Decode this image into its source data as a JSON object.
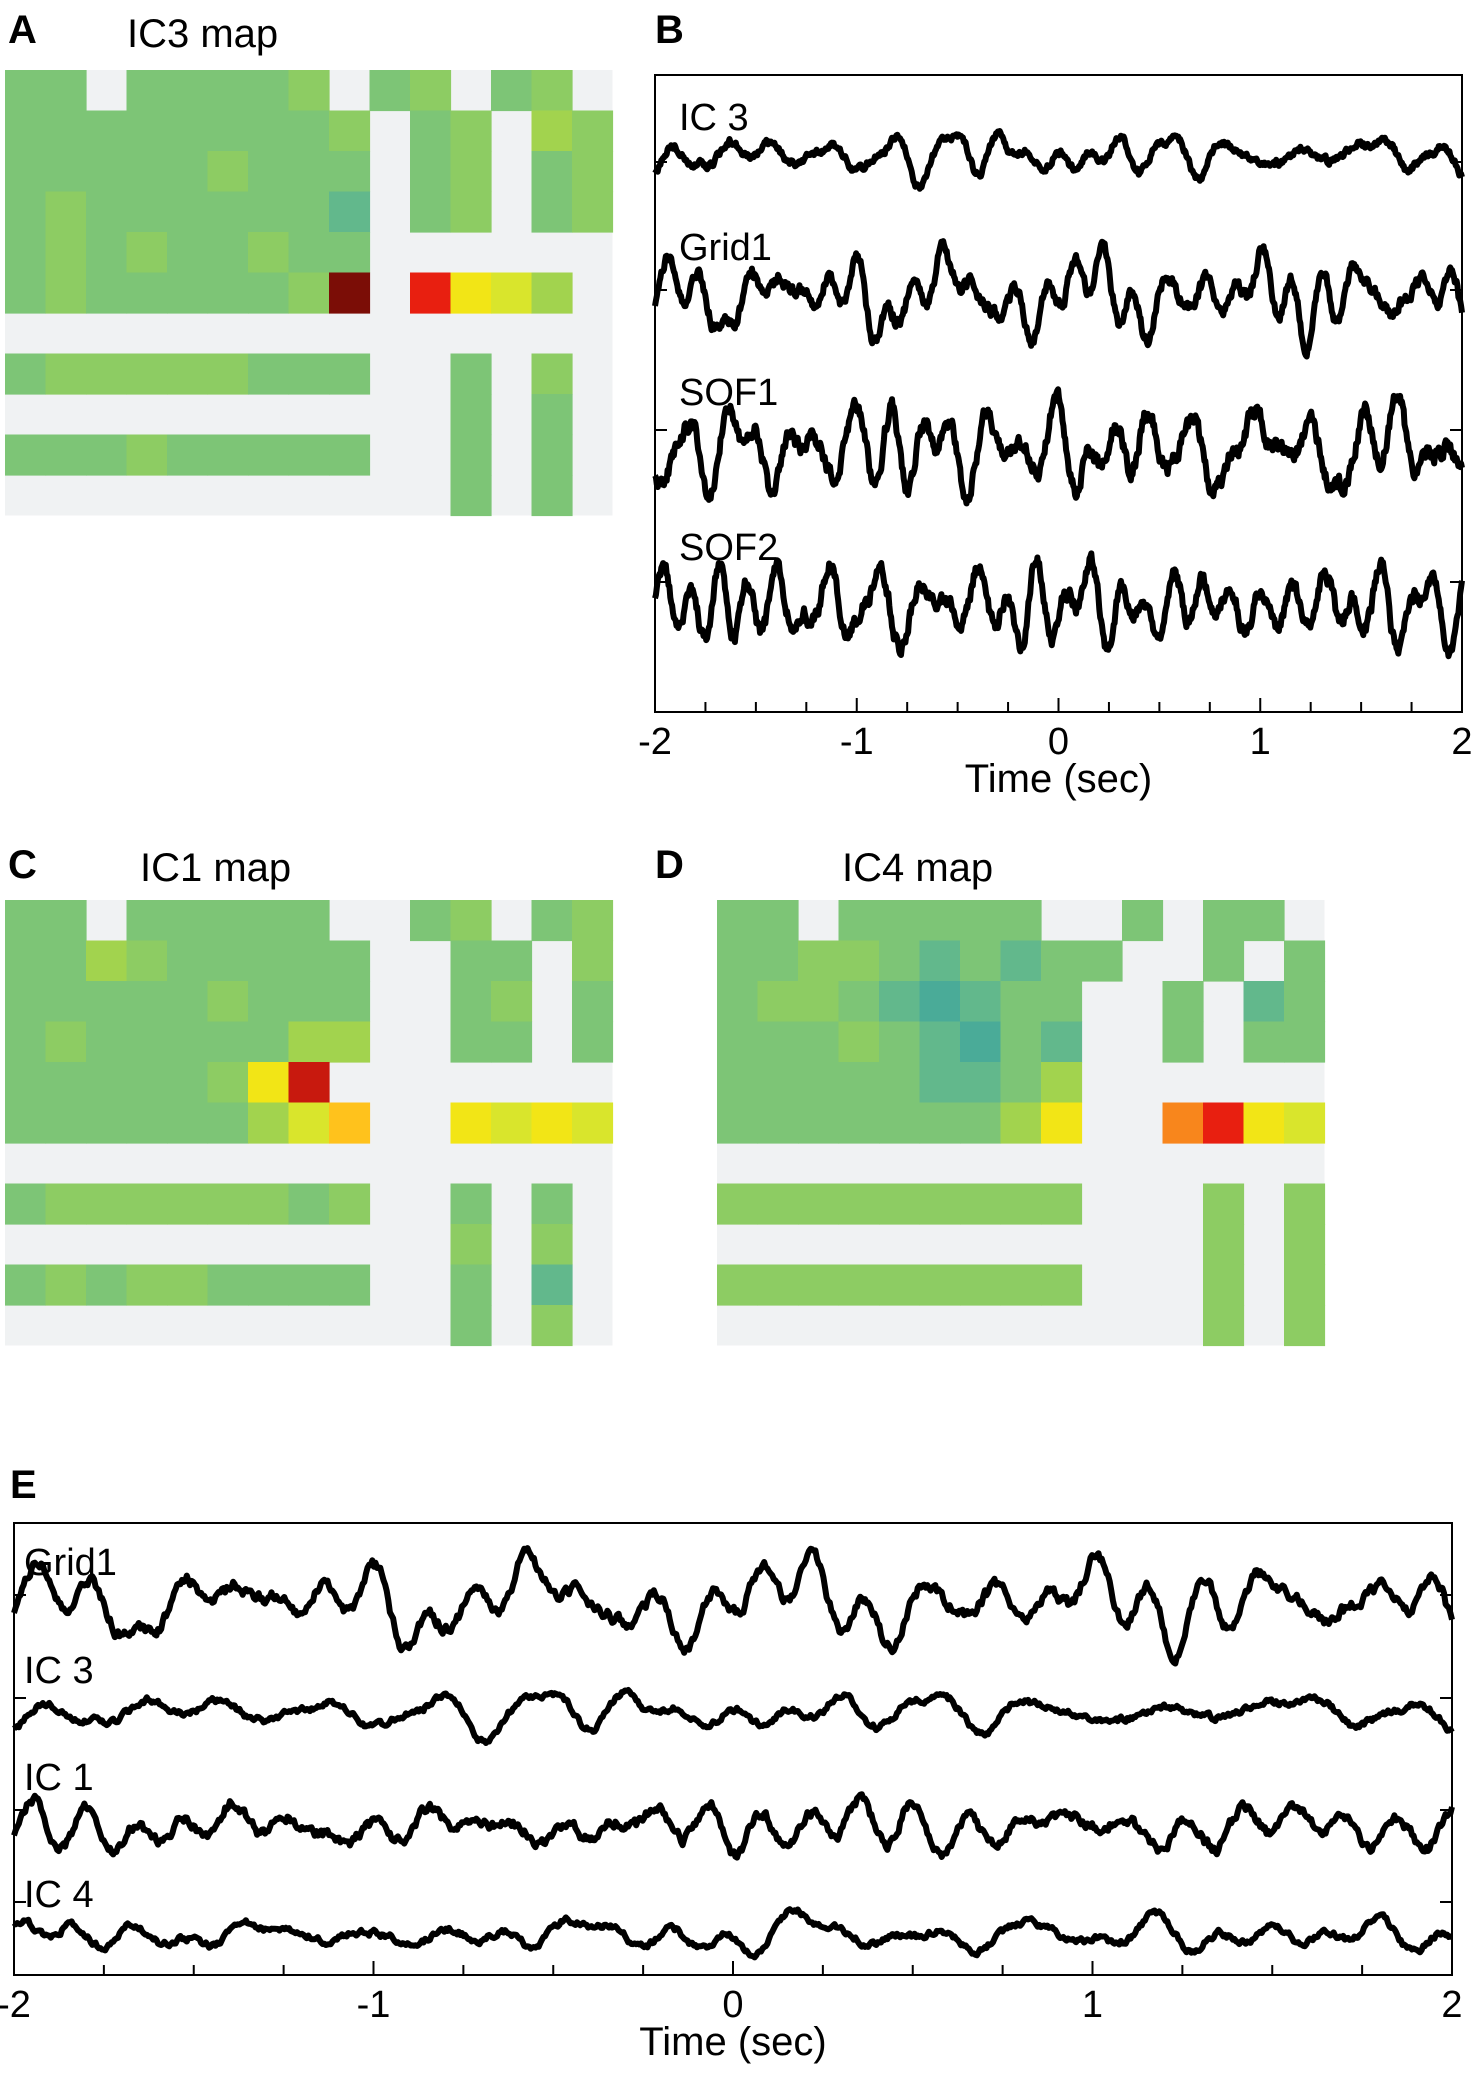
{
  "colors": {
    "background_cell": "#f0f2f3",
    "trace": "#000000",
    "palette": {
      "g": "#7dc576",
      "G": "#8dcc63",
      "L": "#a2d34e",
      "t": "#62b88c",
      "T": "#4aab98",
      "Y": "#f2e516",
      "y": "#d9e52c",
      "o": "#ffc21c",
      "O": "#f8861c",
      "r": "#e81f10",
      "R": "#c8190e",
      "D": "#7b0d06"
    }
  },
  "panels": {
    "A": {
      "letter": "A",
      "title": "IC3 map",
      "grid": [
        "gg.ggggG.gG.gG.g",
        "ggggggggG.gG.LG.G",
        "gggggGggg.gG.gG.G",
        "gGggggggt.gG.gG.t",
        "gGgGggGgg...............",
        "gGgggggGD.rYyL..",
        ".................",
        "gGGGGGggg..g.G..",
        "...........g.g..",
        "gggGggggg..g.g..",
        "...........g.g.."
      ]
    },
    "C": {
      "letter": "C",
      "title": "IC1 map",
      "grid": [
        "gg.ggggg..gG.gG.g",
        "ggLGggggg..gg.GG.G",
        "gggggGggg..gG.gG.G",
        "gGgggggLL..gg.gg.G",
        "gggggGYR..........",
        "ggggggLyo..YyYy..",
        ".................",
        "gGGGGGGgG..g.g..",
        "...........G.G..",
        "gGgGGgggg..g.t..",
        "...........g.G.."
      ]
    },
    "D": {
      "letter": "D",
      "title": "IC4 map",
      "grid": [
        "gg.ggggg..g.gg.g",
        "ggGGgtgtgg..g.gg.g",
        "gGGgtTtgg..g.tg.g",
        "gggGgtTgt..g.gg.g",
        "gggggttgL........",
        "gggggggLY..OrYy..",
        ".................",
        "GGGGGGGGG...G.G..",
        "............G.G..",
        "GGGGGGGGG...G.G..",
        "............G.G.."
      ]
    }
  },
  "panel_B": {
    "letter": "B",
    "traces": [
      "IC 3",
      "Grid1",
      "SOF1",
      "SOF2"
    ]
  },
  "panel_E": {
    "letter": "E",
    "traces": [
      "Grid1",
      "IC 3",
      "IC 1",
      "IC 4"
    ]
  },
  "chart_data": [
    {
      "type": "line",
      "panel": "B",
      "x_range": [
        -2,
        2
      ],
      "ticks": [
        -2,
        -1,
        0,
        1,
        2
      ],
      "xlabel": "Time (sec)",
      "series": [
        {
          "name": "IC 3",
          "amplitude": 0.6,
          "seed": 3
        },
        {
          "name": "Grid1",
          "amplitude": 1.0,
          "seed": 11
        },
        {
          "name": "SOF1",
          "amplitude": 1.35,
          "seed": 23
        },
        {
          "name": "SOF2",
          "amplitude": 1.25,
          "seed": 37
        }
      ]
    },
    {
      "type": "line",
      "panel": "E",
      "x_range": [
        -2,
        2
      ],
      "ticks": [
        -2,
        -1,
        0,
        1,
        2
      ],
      "xlabel": "Time (sec)",
      "series": [
        {
          "name": "Grid1",
          "amplitude": 1.0,
          "seed": 11
        },
        {
          "name": "IC 3",
          "amplitude": 0.55,
          "seed": 3
        },
        {
          "name": "IC 1",
          "amplitude": 0.9,
          "seed": 53
        },
        {
          "name": "IC 4",
          "amplitude": 0.55,
          "seed": 71
        }
      ]
    }
  ]
}
